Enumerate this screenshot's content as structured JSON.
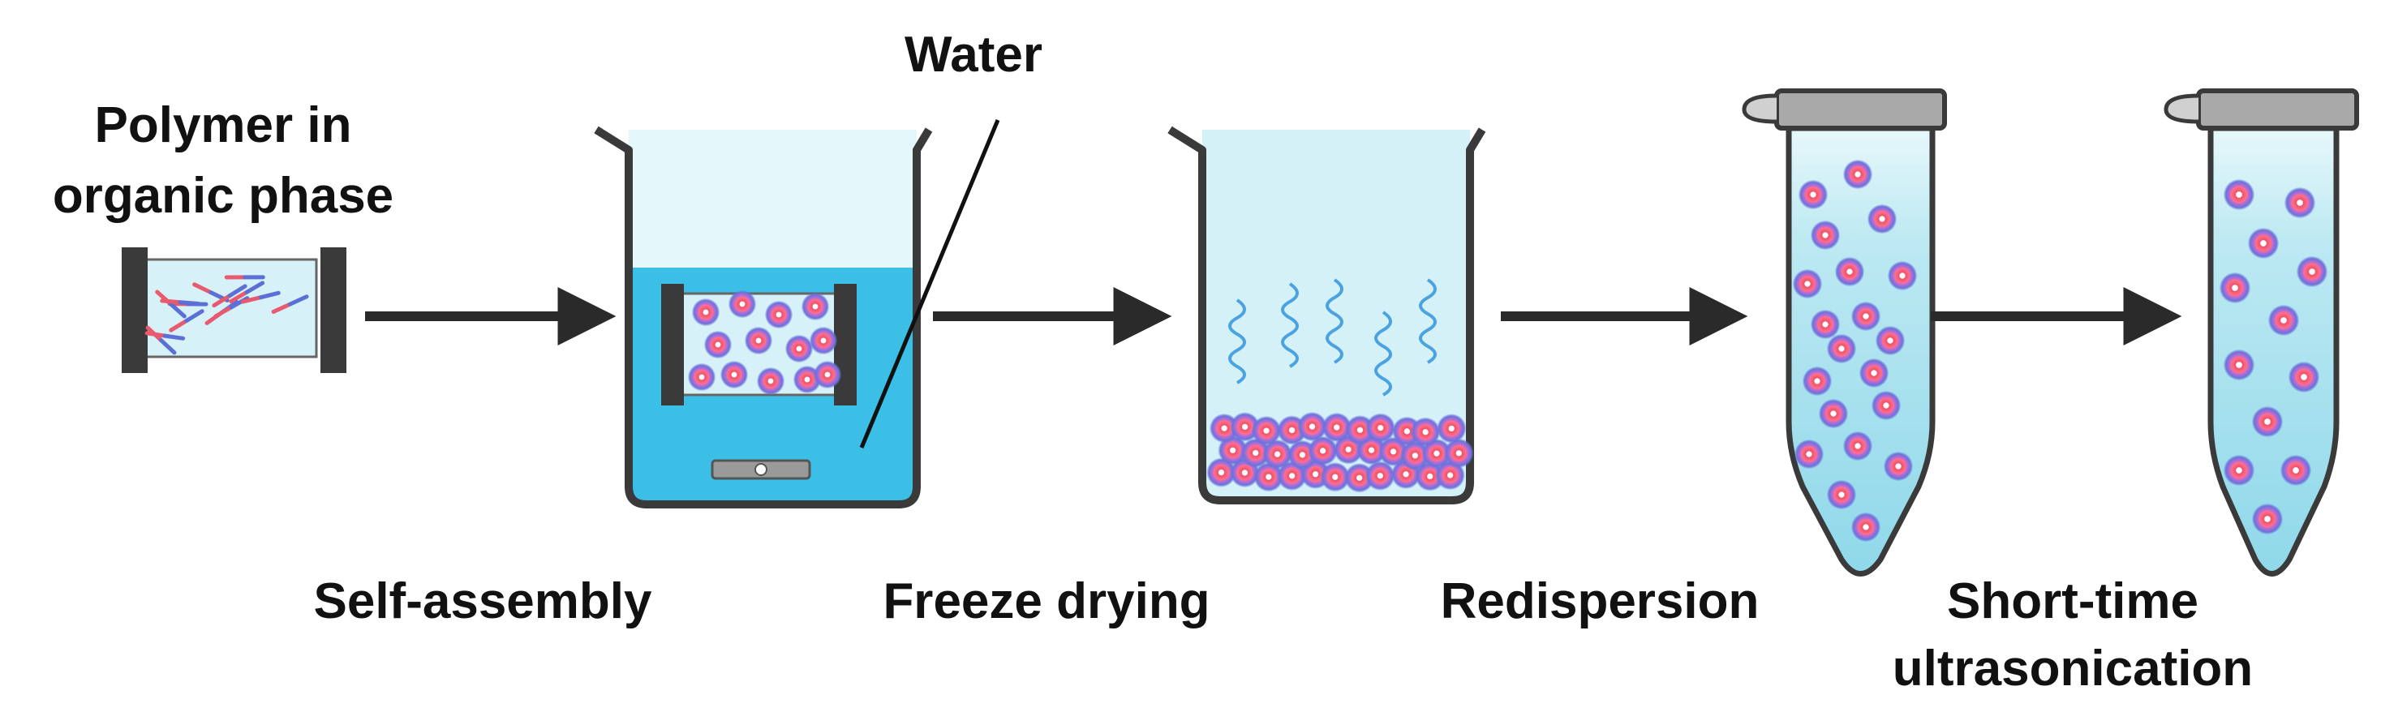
{
  "labels": {
    "polymer_line1": "Polymer in",
    "polymer_line2": "organic phase",
    "water": "Water",
    "self_assembly": "Self-assembly",
    "freeze_drying": "Freeze drying",
    "redispersion": "Redispersion",
    "ultrasonication_line1": "Short-time",
    "ultrasonication_line2": "ultrasonication"
  },
  "colors": {
    "water_light": "#cdeff5",
    "water_dark": "#3bbfe6",
    "vessel_outline": "#3a3a3a",
    "micelle_core": "#f0506e",
    "micelle_corona": "#6a73d9",
    "polymer_red": "#e85a6e",
    "polymer_blue": "#5b6fd6",
    "arrow": "#2a2a2a"
  }
}
